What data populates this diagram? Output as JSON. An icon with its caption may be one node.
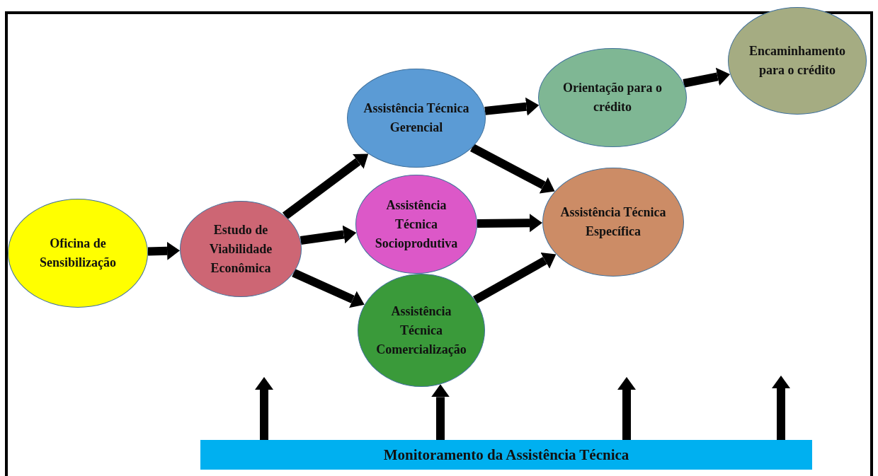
{
  "diagram": {
    "nodes": [
      {
        "text": [
          "Oficina de Sensibilização"
        ]
      },
      {
        "text": [
          "Estudo de Viabilidade Econômica"
        ]
      },
      {
        "text": [
          "Assistência Técnica Gerencial"
        ]
      },
      {
        "text": [
          "Orientação para o crédito"
        ]
      },
      {
        "text": [
          "Encaminhamento para o crédito"
        ]
      },
      {
        "text": [
          "Assistência Técnica Socioprodutiva"
        ]
      },
      {
        "text": [
          "Assistência Técnica Específica"
        ]
      },
      {
        "text": [
          "Assistência Técnica Comercialização"
        ]
      },
      {
        "text": [
          "Monitoramento da Assistência Técnica"
        ]
      }
    ],
    "edges": [
      {
        "from": 0,
        "to": 1,
        "arrow": "to"
      },
      {
        "from": 1,
        "to": 2,
        "arrow": "to"
      },
      {
        "from": 1,
        "to": 5,
        "arrow": "to"
      },
      {
        "from": 1,
        "to": 7,
        "arrow": "to"
      },
      {
        "from": 2,
        "to": 3,
        "arrow": "to"
      },
      {
        "from": 2,
        "to": 6,
        "arrow": "to"
      },
      {
        "from": 3,
        "to": 4,
        "arrow": "to"
      },
      {
        "from": 5,
        "to": 6,
        "arrow": "to"
      },
      {
        "from": 7,
        "to": 6,
        "arrow": "to"
      },
      {
        "from": 8,
        "to": null,
        "arrow": "to"
      },
      {
        "from": 8,
        "to": 7,
        "arrow": "to"
      },
      {
        "from": 8,
        "to": null,
        "arrow": "to"
      },
      {
        "from": 8,
        "to": null,
        "arrow": "to"
      }
    ]
  }
}
